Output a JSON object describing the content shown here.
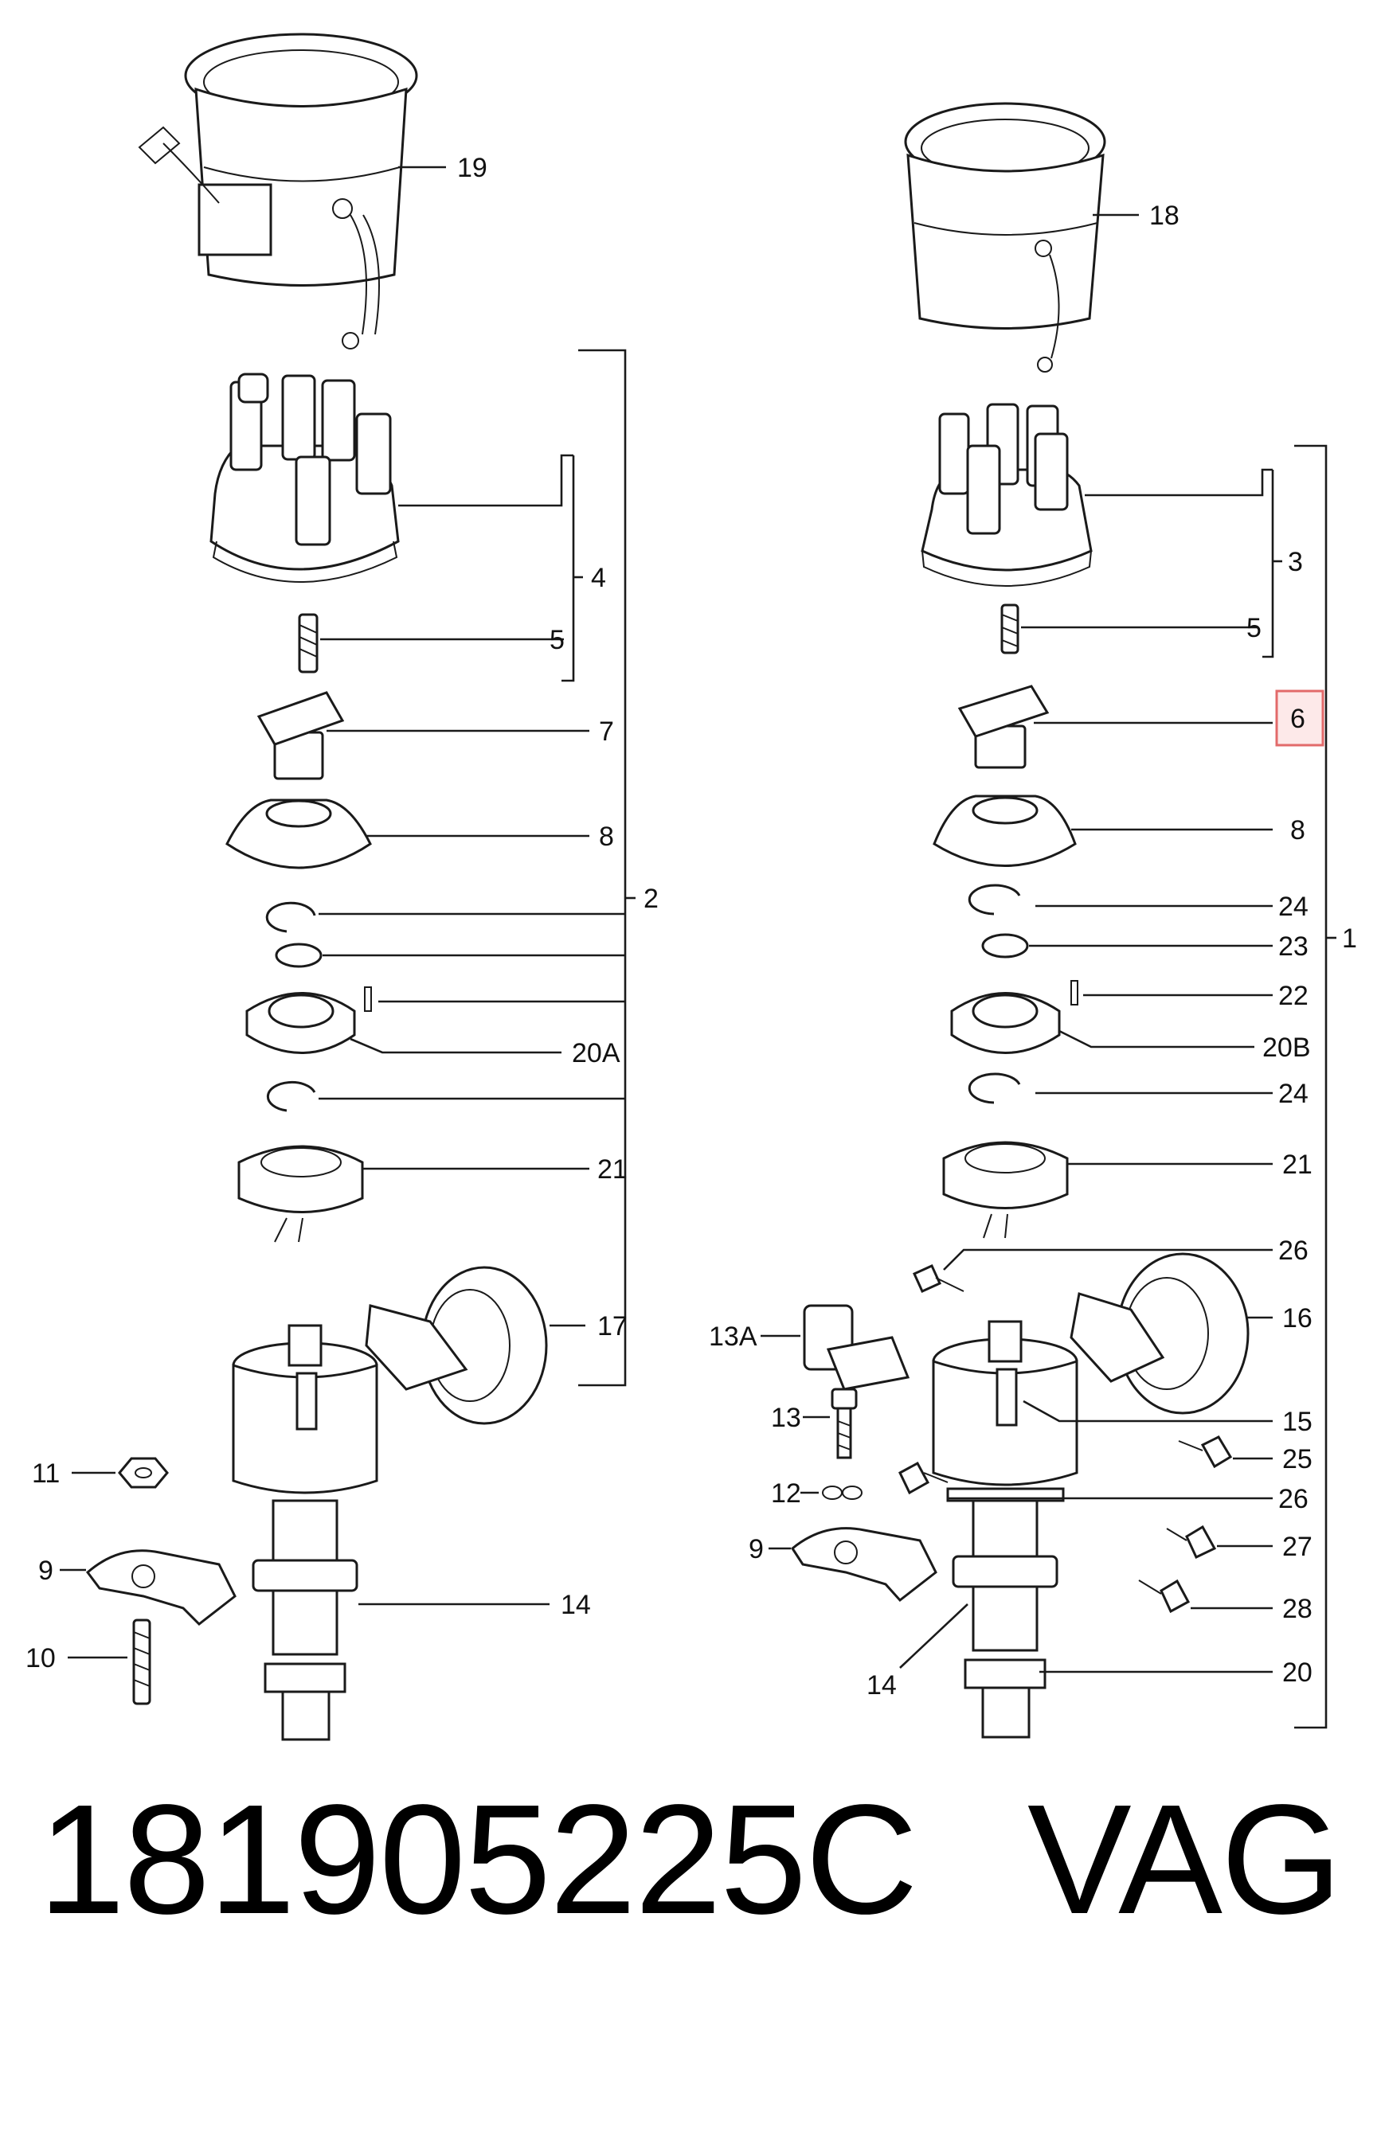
{
  "footer": {
    "part_number": "181905225C",
    "brand": "VAG"
  },
  "colors": {
    "highlight": "#e26a6a",
    "ink": "#1a1a1a"
  },
  "left_callouts": {
    "c19": "19",
    "c4": "4",
    "c5": "5",
    "c7": "7",
    "c8": "8",
    "c2": "2",
    "c20A": "20A",
    "c21": "21",
    "c17": "17",
    "c11": "11",
    "c9": "9",
    "c14": "14",
    "c10": "10"
  },
  "right_callouts": {
    "c18": "18",
    "c3": "3",
    "c5": "5",
    "c6": "6",
    "c8": "8",
    "c24a": "24",
    "c23": "23",
    "c22": "22",
    "c1": "1",
    "c20B": "20B",
    "c24b": "24",
    "c21": "21",
    "c26a": "26",
    "c16": "16",
    "c13A": "13A",
    "c13": "13",
    "c15": "15",
    "c25": "25",
    "c12": "12",
    "c26b": "26",
    "c9": "9",
    "c27": "27",
    "c28": "28",
    "c14": "14",
    "c20": "20"
  }
}
